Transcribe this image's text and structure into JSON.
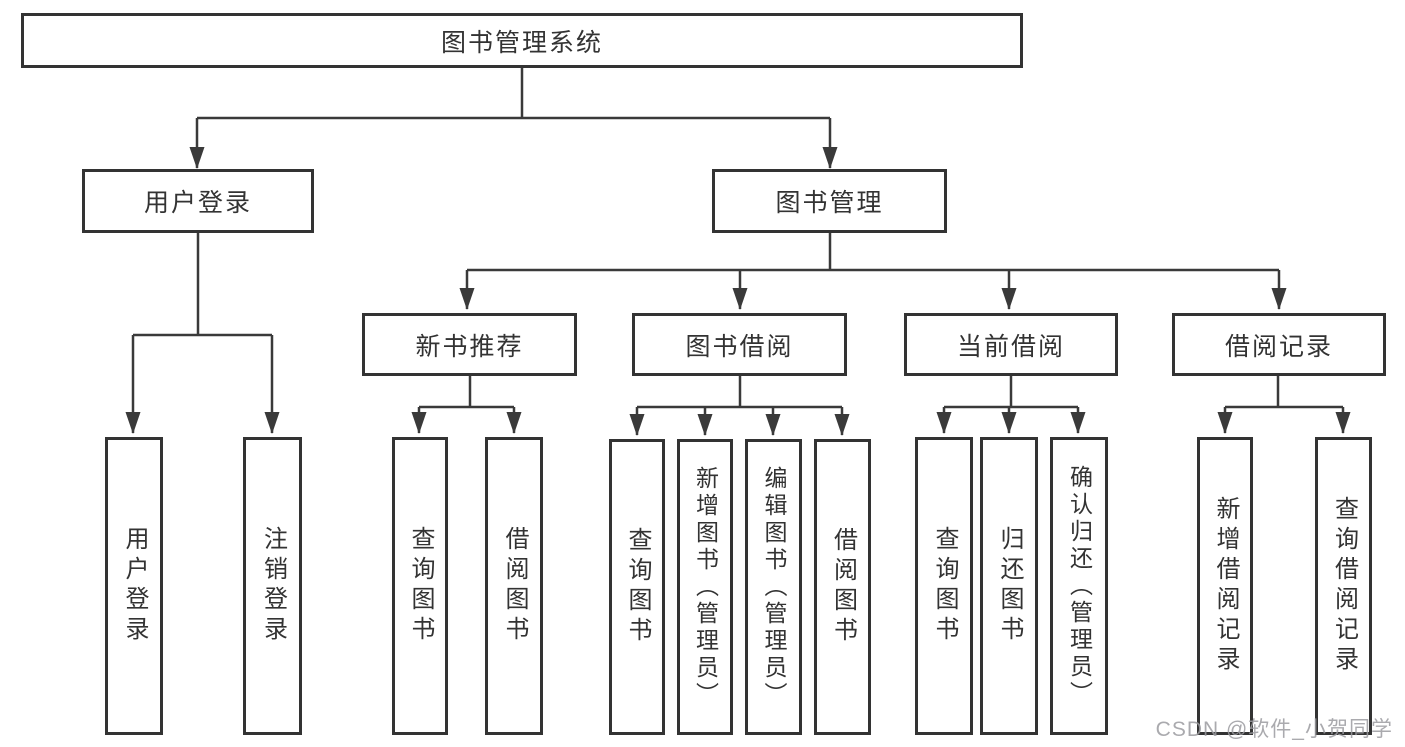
{
  "diagram": {
    "root": {
      "label": "图书管理系统"
    },
    "level2": [
      {
        "id": "user-login",
        "label": "用户登录"
      },
      {
        "id": "book-management",
        "label": "图书管理"
      }
    ],
    "level3": [
      {
        "id": "new-book-recommend",
        "label": "新书推荐"
      },
      {
        "id": "book-borrowing",
        "label": "图书借阅"
      },
      {
        "id": "current-borrowing",
        "label": "当前借阅"
      },
      {
        "id": "borrowing-records",
        "label": "借阅记录"
      }
    ],
    "leaves": [
      {
        "id": "user-login-leaf",
        "label": "用户登录"
      },
      {
        "id": "logout",
        "label": "注销登录"
      },
      {
        "id": "query-books-1",
        "label": "查询图书"
      },
      {
        "id": "borrow-books-1",
        "label": "借阅图书"
      },
      {
        "id": "query-books-2",
        "label": "查询图书"
      },
      {
        "id": "add-books-admin",
        "label": "新增图书（管理员）"
      },
      {
        "id": "edit-books-admin",
        "label": "编辑图书（管理员）"
      },
      {
        "id": "borrow-books-2",
        "label": "借阅图书"
      },
      {
        "id": "query-books-3",
        "label": "查询图书"
      },
      {
        "id": "return-books",
        "label": "归还图书"
      },
      {
        "id": "confirm-return-admin",
        "label": "确认归还（管理员）"
      },
      {
        "id": "add-borrow-record",
        "label": "新增借阅记录"
      },
      {
        "id": "query-borrow-record",
        "label": "查询借阅记录"
      }
    ]
  },
  "watermark": {
    "text": "CSDN @软件_小贺同学"
  },
  "colors": {
    "line": "#3a3a3a",
    "border": "#333333",
    "text": "#333333",
    "watermark": "#9b9ba0",
    "background": "#ffffff"
  }
}
